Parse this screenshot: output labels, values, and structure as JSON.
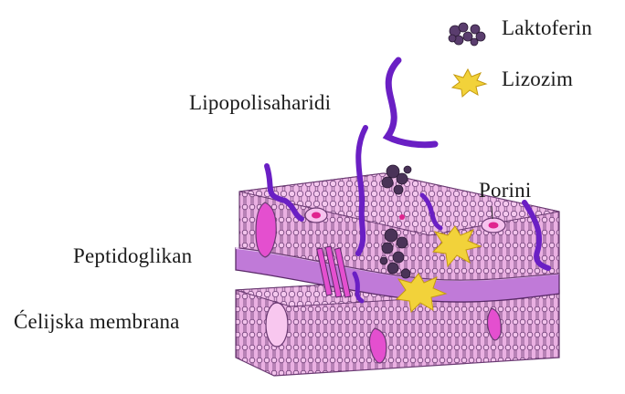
{
  "legend": {
    "items": [
      {
        "label": "Laktoferin",
        "icon": "lactoferrin-cluster-icon",
        "color": "#5a3d6e"
      },
      {
        "label": "Lizozim",
        "icon": "lysozyme-star-icon",
        "color": "#f2d23a"
      }
    ]
  },
  "labels": {
    "lipopolysaccharides": "Lipopolisaharidi",
    "porins": "Porini",
    "peptidoglycan": "Peptidoglikan",
    "cell_membrane": "Ćelijska membrana"
  },
  "colors": {
    "membrane_pink": "#f0bce8",
    "membrane_outline": "#6a3a72",
    "peptidoglycan_purple": "#c07ad8",
    "lps_purple": "#6a1fc4",
    "porin_magenta": "#e44fcf",
    "lysozyme_yellow": "#f2d23a",
    "lactoferrin_dark": "#4a3358"
  }
}
